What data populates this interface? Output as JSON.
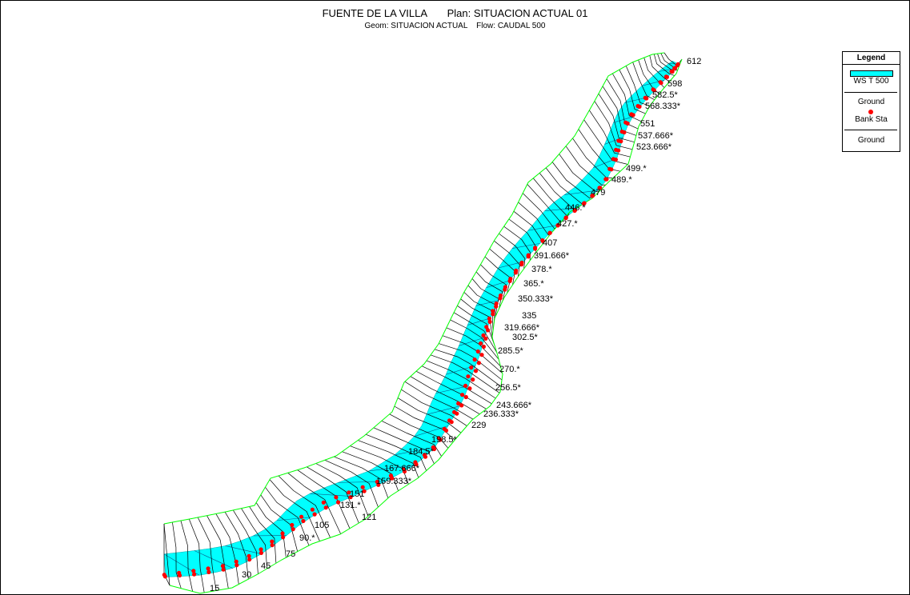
{
  "plot": {
    "title": "FUENTE DE LA VILLA       Plan: SITUACION ACTUAL 01",
    "subtitle": "Geom: SITUACION ACTUAL    Flow: CAUDAL 500"
  },
  "legend": {
    "title": "Legend",
    "items": [
      {
        "label": "WS T 500",
        "color": "#00ffff"
      },
      {
        "label": "Ground",
        "color": "#000000"
      },
      {
        "label": "Bank Sta",
        "color": "#ff0000"
      },
      {
        "label": "Ground",
        "color": "#00ff00"
      }
    ]
  },
  "stations": [
    "612",
    "598",
    "582.5*",
    "568.333*",
    "551",
    "537.666*",
    "523.666*",
    "499.*",
    "489.*",
    "479",
    "446.*",
    "427.*",
    "407",
    "391.666*",
    "378.*",
    "365.*",
    "350.333*",
    "335",
    "319.666*",
    "302.5*",
    "285.5*",
    "270.*",
    "256.5*",
    "243.666*",
    "236.333*",
    "229",
    "198.5*",
    "184.5*",
    "167.666*",
    "159.333*",
    "151",
    "131.*",
    "121",
    "105",
    "90.*",
    "75",
    "45",
    "30",
    "15"
  ],
  "colors": {
    "water": "#00ffff",
    "ground": "#000000",
    "bank": "#ff0000",
    "outline": "#00ff00"
  }
}
